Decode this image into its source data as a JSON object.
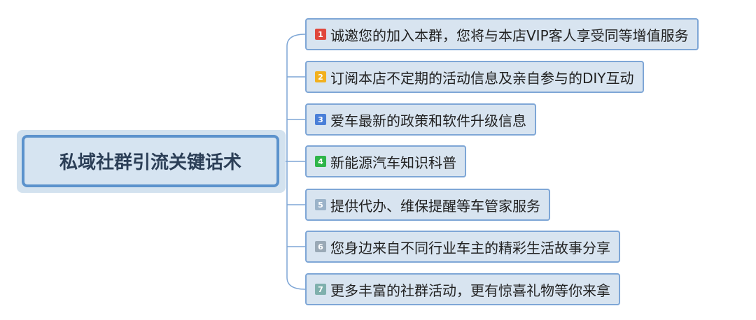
{
  "root": {
    "label": "私域社群引流关键话术"
  },
  "items": [
    {
      "num": "1",
      "color": "#e0483d",
      "label": "诚邀您的加入本群，您将与本店VIP客人享受同等增值服务"
    },
    {
      "num": "2",
      "color": "#f2b01e",
      "label": "订阅本店不定期的活动信息及亲自参与的DIY互动"
    },
    {
      "num": "3",
      "color": "#4a7fd8",
      "label": "爱车最新的政策和软件升级信息"
    },
    {
      "num": "4",
      "color": "#2fb54a",
      "label": "新能源汽车知识科普"
    },
    {
      "num": "5",
      "color": "#9bb3c9",
      "label": "提供代办、维保提醒等车管家服务"
    },
    {
      "num": "6",
      "color": "#9aa9b6",
      "label": "您身边来自不同行业车主的精彩生活故事分享"
    },
    {
      "num": "7",
      "color": "#7fb0ad",
      "label": "更多丰富的社群活动，更有惊喜礼物等你来拿"
    }
  ]
}
